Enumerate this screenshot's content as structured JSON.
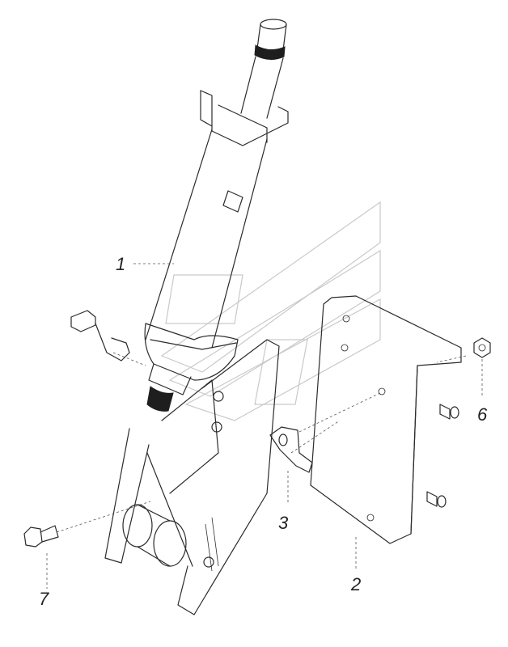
{
  "callouts": {
    "label_1": "1",
    "label_2": "2",
    "label_3": "3",
    "label_6": "6",
    "label_7": "7"
  },
  "colors": {
    "line": "#2b2b2b",
    "watermark": "#c9c9c9",
    "background": "#ffffff"
  }
}
